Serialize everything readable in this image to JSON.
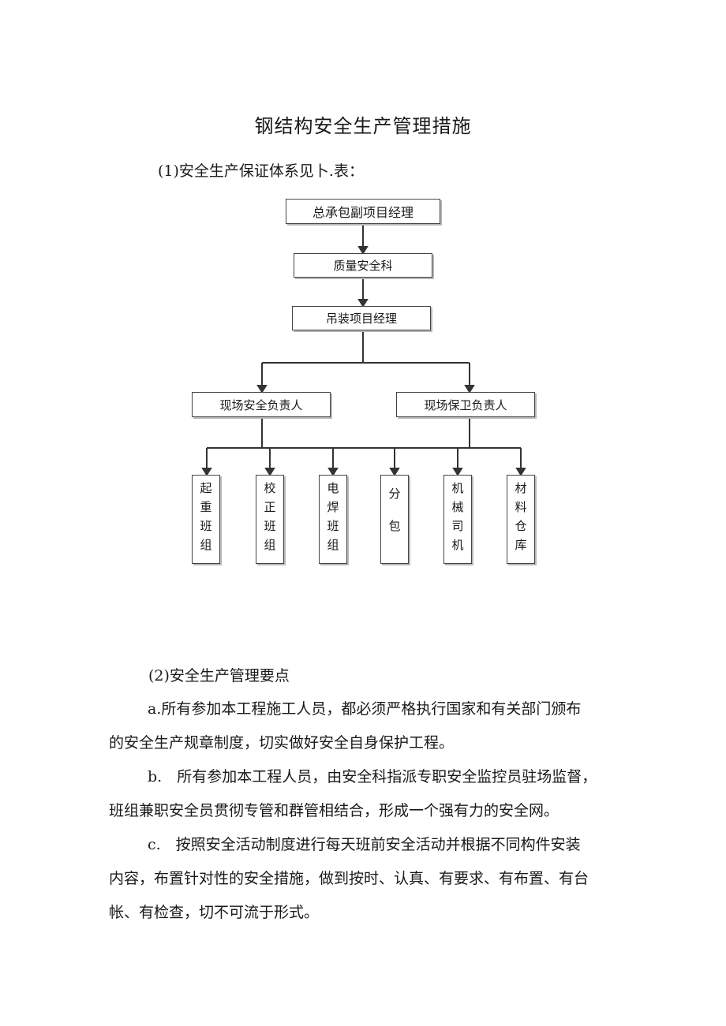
{
  "document": {
    "title": "钢结构安全生产管理措施",
    "section1_heading": "(1)安全生产保证体系见卜.表：",
    "section2_heading": "(2)安全生产管理要点",
    "item_a_line1": "a.所有参加本工程施工人员，都必须严格执行国家和有关部门颁布",
    "item_a_line2": "的安全生产规章制度，切实做好安全自身保护工程。",
    "item_b_line1": "b.　所有参加本工程人员，由安全科指派专职安全监控员驻场监督，",
    "item_b_line2": "班组兼职安全员贯彻专管和群管相结合，形成一个强有力的安全网。",
    "item_c_line1": "c.　按照安全活动制度进行每天班前安全活动并根据不同构件安装",
    "item_c_line2": "内容，布置针对性的安全措施，做到按时、认真、有要求、有布置、有台",
    "item_c_line3": "帐、有检查，切不可流于形式。"
  },
  "org_chart": {
    "level1": "总承包副项目经理",
    "level2": "质量安全科",
    "level3": "吊装项目经理",
    "level4_left": "现场安全负责人",
    "level4_right": "现场保卫负责人",
    "teams": [
      "起重班组",
      "校正班组",
      "电焊班组",
      "分包",
      "机械司机",
      "材料仓库"
    ]
  }
}
